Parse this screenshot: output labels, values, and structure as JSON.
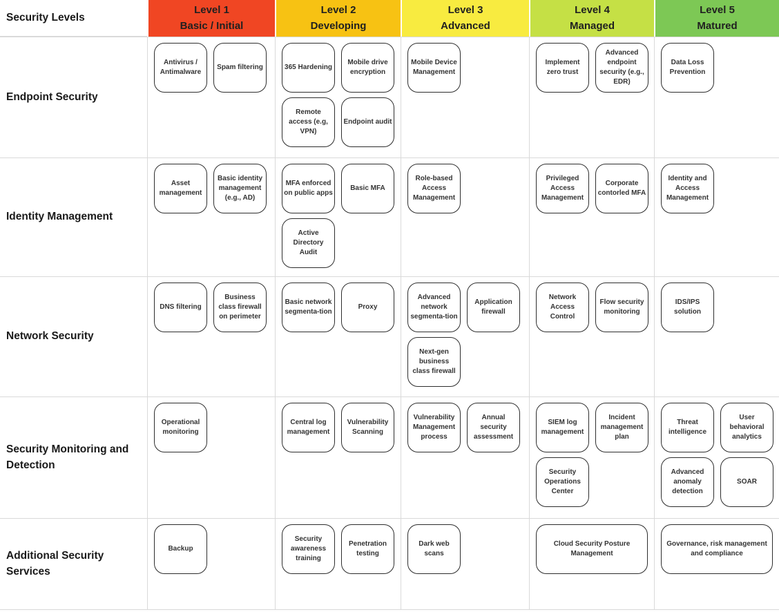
{
  "table": {
    "corner_label": "Security Levels",
    "levels": [
      {
        "label": "Level 1",
        "sublabel": "Basic / Initial",
        "color": "#F04623"
      },
      {
        "label": "Level 2",
        "sublabel": "Developing",
        "color": "#F7C213"
      },
      {
        "label": "Level 3",
        "sublabel": "Advanced",
        "color": "#F8EB40"
      },
      {
        "label": "Level 4",
        "sublabel": "Managed",
        "color": "#C5E045"
      },
      {
        "label": "Level 5",
        "sublabel": "Matured",
        "color": "#7DC855"
      }
    ],
    "rows": [
      {
        "label": "Endpoint Security",
        "cells": [
          [
            "Antivirus / Antimalware",
            "Spam filtering"
          ],
          [
            "365 Hardening",
            "Mobile drive encryption",
            "Remote access (e.g, VPN)",
            "Endpoint audit"
          ],
          [
            "Mobile Device Management"
          ],
          [
            "Implement zero trust",
            "Advanced endpoint security (e.g., EDR)"
          ],
          [
            "Data Loss Prevention"
          ]
        ]
      },
      {
        "label": "Identity Management",
        "cells": [
          [
            "Asset management",
            "Basic identity management (e.g., AD)"
          ],
          [
            "MFA enforced on public apps",
            "Basic MFA",
            "Active Directory Audit"
          ],
          [
            "Role-based Access Management"
          ],
          [
            "Privileged Access Management",
            "Corporate contorled MFA"
          ],
          [
            "Identity and Access Management"
          ]
        ]
      },
      {
        "label": "Network Security",
        "cells": [
          [
            "DNS filtering",
            "Business class firewall on perimeter"
          ],
          [
            "Basic network segmenta-tion",
            "Proxy"
          ],
          [
            "Advanced network segmenta-tion",
            "Application firewall",
            "Next-gen business class firewall"
          ],
          [
            "Network Access Control",
            "Flow security monitoring"
          ],
          [
            "IDS/IPS solution"
          ]
        ]
      },
      {
        "label": "Security Monitoring and Detection",
        "cells": [
          [
            "Operational monitoring"
          ],
          [
            "Central log management",
            "Vulnerability Scanning"
          ],
          [
            "Vulnerability Management process",
            "Annual security assessment"
          ],
          [
            "SIEM log management",
            "Incident management plan",
            "Security Operations Center"
          ],
          [
            "Threat intelligence",
            "User behavioral analytics",
            "Advanced anomaly detection",
            "SOAR"
          ]
        ]
      },
      {
        "label": "Additional Security Services",
        "cells": [
          [
            "Backup"
          ],
          [
            "Security awareness training",
            "Penetration testing"
          ],
          [
            "Dark web scans"
          ],
          [
            "Cloud Security Posture Management"
          ],
          [
            "Governance, risk management and compliance"
          ]
        ]
      }
    ]
  }
}
